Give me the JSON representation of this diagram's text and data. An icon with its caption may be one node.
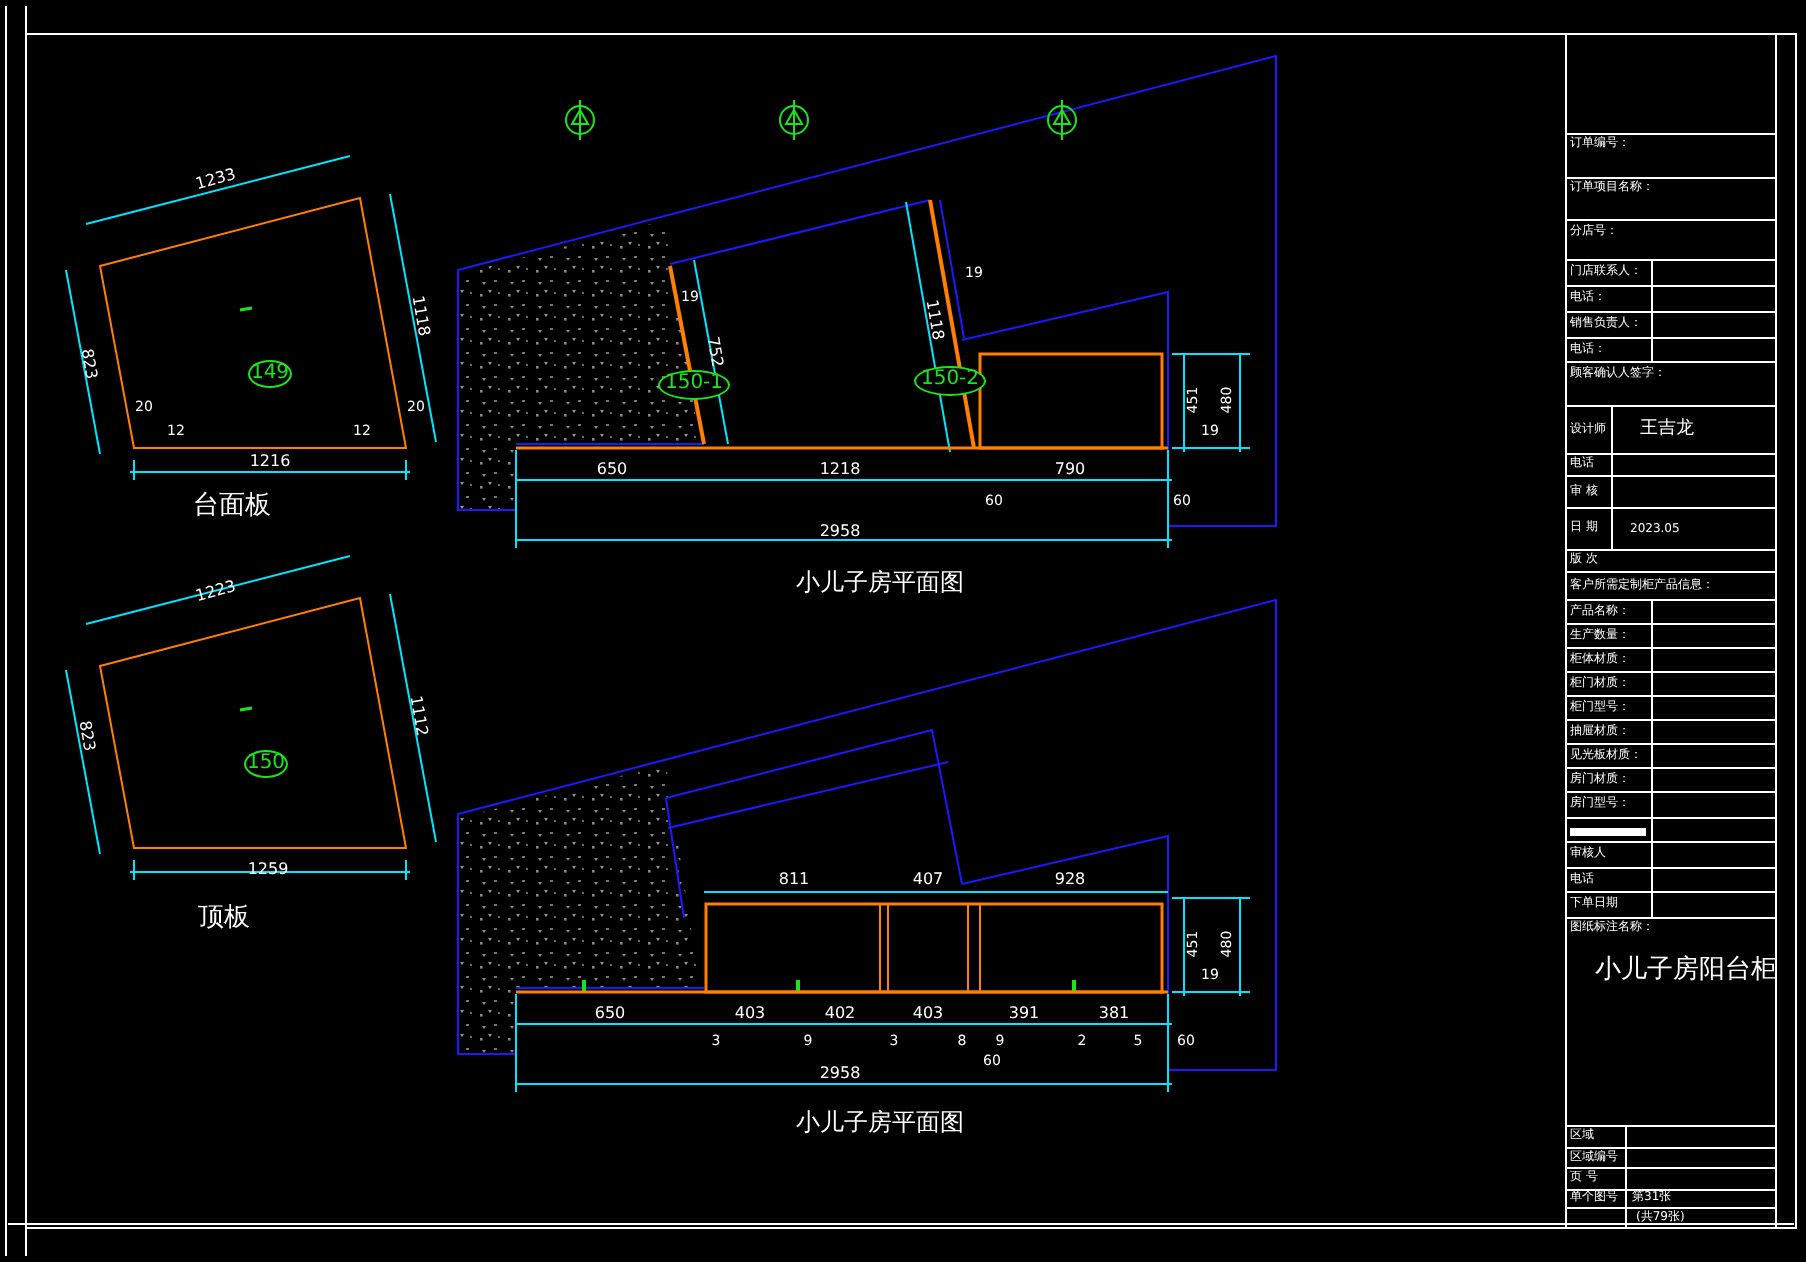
{
  "diagram": {
    "nodes": [
      {
        "text": [
          "149"
        ]
      },
      {
        "text": [
          "150-1"
        ]
      },
      {
        "text": [
          "150-2"
        ]
      },
      {
        "text": [
          "150"
        ]
      }
    ],
    "labels": [
      "1233",
      "1118",
      "823",
      "20",
      "12",
      "12",
      "20",
      "1216",
      "台面板",
      "19",
      "752",
      "19",
      "1118",
      "650",
      "1218",
      "790",
      "451",
      "480",
      "19",
      "60",
      "60",
      "2958",
      "1223",
      "小儿子房平面图",
      "1112",
      "823",
      "1259",
      "顶板",
      "811",
      "407",
      "928",
      "451",
      "480",
      "19",
      "650",
      "403",
      "402",
      "403",
      "391",
      "381",
      "3",
      "9",
      "3",
      "8",
      "9",
      "2",
      "5",
      "60",
      "60",
      "2958",
      "小儿子房平面图",
      "订单编号：",
      "订单项目名称：",
      "分店号：",
      "门店联系人：",
      "电话：",
      "销售负责人：",
      "电话：",
      "顾客确认人签字：",
      "设计师",
      "王吉龙",
      "电话",
      "审 核",
      "日 期",
      "2023.05",
      "版 次",
      "客户所需定制柜产品信息：",
      "产品名称：",
      "生产数量：",
      "柜体材质：",
      "柜门材质：",
      "柜门型号：",
      "抽屉材质：",
      "见光板材质：",
      "房门材质：",
      "房门型号：",
      "审核人",
      "电话",
      "下单日期",
      "图纸标注名称：",
      "小儿子房阳台柜",
      "区域",
      "区域编号",
      "页 号",
      "单个图号",
      "第31张",
      "(共79张)"
    ]
  }
}
